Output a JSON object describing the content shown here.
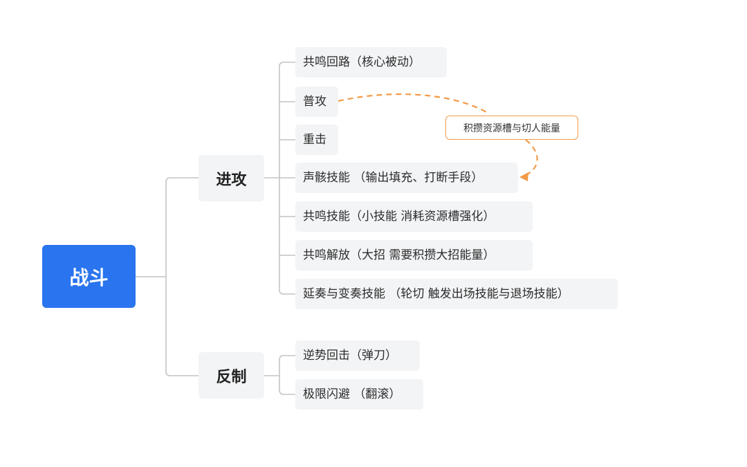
{
  "root": {
    "label": "战斗"
  },
  "branches": {
    "attack": {
      "label": "进攻",
      "items": [
        "共鸣回路（核心被动）",
        "普攻",
        "重击",
        "声骸技能 （输出填充、打断手段）",
        "共鸣技能（小技能 消耗资源槽强化）",
        "共鸣解放（大招 需要积攒大招能量）",
        "延奏与变奏技能 （轮切 触发出场技能与退场技能）"
      ]
    },
    "counter": {
      "label": "反制",
      "items": [
        "逆势回击（弹刀）",
        "极限闪避 （翻滚）"
      ]
    }
  },
  "annotation": {
    "label": "积攒资源槽与切人能量"
  },
  "colors": {
    "root_bg": "#2a75ef",
    "node_bg": "#f3f4f6",
    "connector": "#c4c4c4",
    "annotation_accent": "#f39a47"
  }
}
